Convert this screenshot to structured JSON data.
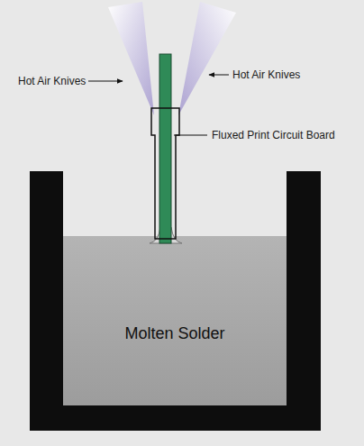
{
  "diagram": {
    "nodes": [
      {
        "text": [
          "Molten Solder"
        ]
      }
    ],
    "labels": [
      "Hot Air Knives",
      "Hot Air Knives",
      "Fluxed Print Circuit Board"
    ]
  }
}
